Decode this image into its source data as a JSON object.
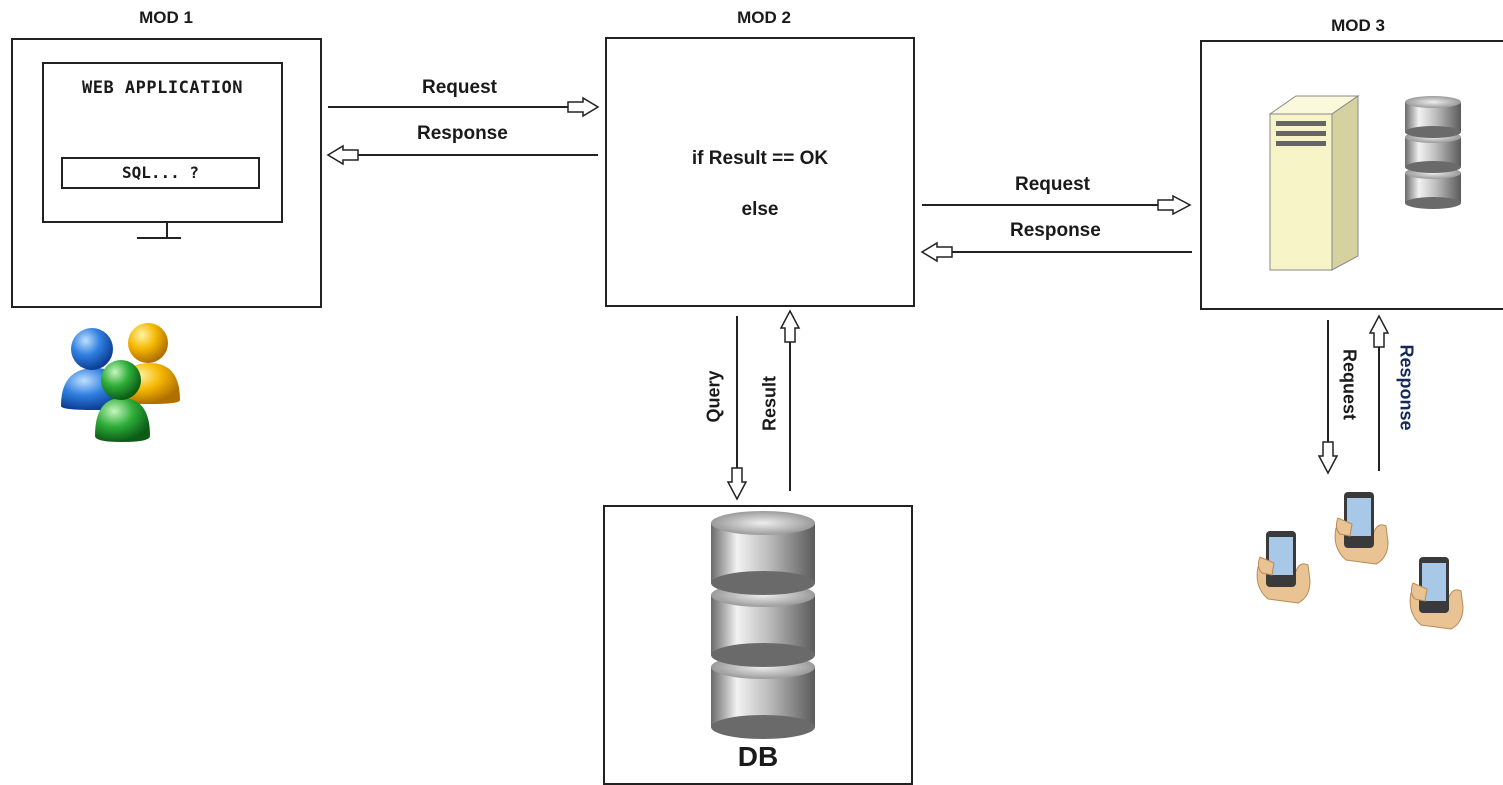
{
  "mod1": {
    "title": "MOD 1",
    "screen_title": "WEB APPLICATION",
    "sql_field": "SQL... ?"
  },
  "mod2": {
    "title": "MOD 2",
    "line1": "if Result == OK",
    "line2": "else"
  },
  "mod3": {
    "title": "MOD 3"
  },
  "db": {
    "label": "DB"
  },
  "arrows": {
    "mod1_to_mod2": "Request",
    "mod2_to_mod1": "Response",
    "mod2_to_mod3": "Request",
    "mod3_to_mod2": "Response",
    "mod2_to_db": "Query",
    "db_to_mod2": "Result",
    "mod3_to_mobile": "Request",
    "mobile_to_mod3": "Response"
  },
  "icons": {
    "users": "users-group-icon",
    "server": "server-tower-icon",
    "database": "database-icon",
    "mobile": "mobile-phone-in-hand-icon"
  },
  "colors": {
    "line": "#222222",
    "server_body": "#f7f4c8",
    "response_vertical_text": "#14285a"
  }
}
